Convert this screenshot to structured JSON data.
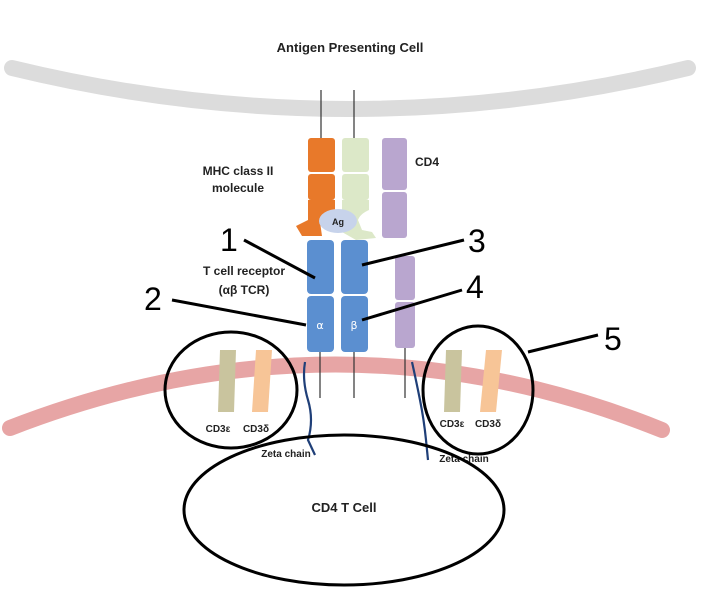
{
  "labels": {
    "apc": "Antigen Presenting Cell",
    "mhc_line1": "MHC class II",
    "mhc_line2": "molecule",
    "cd4": "CD4",
    "ag": "Ag",
    "tcr_line1": "T cell receptor",
    "tcr_line2": "(αβ TCR)",
    "alpha": "α",
    "beta": "β",
    "cd3e_left": "CD3ε",
    "cd3d_left": "CD3δ",
    "cd3e_right": "CD3ε",
    "cd3d_right": "CD3δ",
    "zeta_left": "Zeta chain",
    "zeta_right": "Zeta chain",
    "tcell": "CD4 T Cell"
  },
  "callouts": [
    "1",
    "2",
    "3",
    "4",
    "5"
  ],
  "colors": {
    "apc_membrane": "#dcdcdc",
    "tcell_membrane": "#e7a5a5",
    "mhc_alpha": "#e8792a",
    "mhc_beta": "#dce8c8",
    "cd4": "#b9a6cf",
    "tcr": "#5b8fd0",
    "antigen": "#c7d3eb",
    "cd3e": "#c9c49e",
    "cd3d": "#f7c597",
    "zeta": "#1f3f78",
    "outline": "#000000"
  }
}
